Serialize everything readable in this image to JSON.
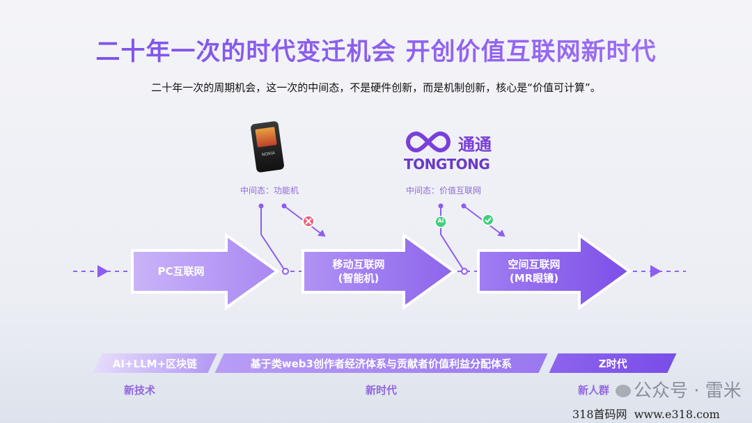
{
  "title": "二十年一次的时代变迁机会 开创价值互联网新时代",
  "subtitle": "二十年一次的周期机会，这一次的中间态，不是硬件创新，而是机制创新，核心是“价值可计算”。",
  "logo": {
    "cn": "通通",
    "en": "TONGTONG"
  },
  "phone_brand": "NOKIA",
  "labels": {
    "intermediate_1": "中间态：功能机",
    "intermediate_2": "中间态：价值互联网",
    "ai_badge": "AI"
  },
  "arrows": [
    {
      "line1": "PC互联网",
      "line2": ""
    },
    {
      "line1": "移动互联网",
      "line2": "(智能机)"
    },
    {
      "line1": "空间互联网",
      "line2": "(MR眼镜)"
    }
  ],
  "bands": [
    "AI+LLM+区块链",
    "基于类web3创作者经济体系与贡献者价值利益分配体系",
    "Z时代"
  ],
  "bottom_labels": [
    "新技术",
    "新时代",
    "新人群"
  ],
  "watermark": {
    "wechat": "公众号 · 雷米",
    "site": "318首码网  www.e318.com"
  },
  "colors": {
    "accent": "#8a5cf0",
    "error": "#f0607a",
    "success": "#3ed07a"
  }
}
